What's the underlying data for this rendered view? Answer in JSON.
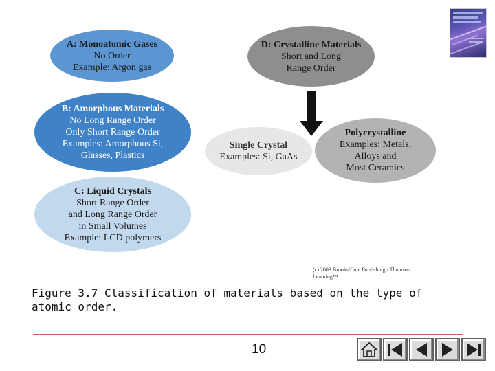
{
  "diagram": {
    "ellipses": {
      "a": {
        "title": "A: Monoatomic Gases",
        "lines": [
          "No Order",
          "Example: Argon gas"
        ],
        "color": "#5b95d2"
      },
      "b": {
        "title": "B: Amorphous Materials",
        "lines": [
          "No Long Range Order",
          "Only Short Range Order",
          "Examples: Amorphous Si,",
          "Glasses, Plastics"
        ],
        "color": "#3f82c7"
      },
      "c": {
        "title": "C: Liquid Crystals",
        "lines": [
          "Short Range Order",
          "and Long Range Order",
          "in Small Volumes",
          "Example: LCD polymers"
        ],
        "color": "#c2d8ec"
      },
      "d": {
        "title": "D: Crystalline Materials",
        "lines": [
          "Short and Long",
          "Range Order"
        ],
        "color": "#8e8e8e"
      },
      "single": {
        "title": "Single Crystal",
        "lines": [
          "Examples: Si, GaAs"
        ],
        "color": "#e7e7e7"
      },
      "poly": {
        "title": "Polycrystalline",
        "lines": [
          "Examples: Metals,",
          "Alloys and",
          "Most Ceramics"
        ],
        "color": "#b3b3b3"
      }
    }
  },
  "copyright": "(c) 2003 Brooks/Cole Publishing / Thomson Learning™",
  "caption": "Figure 3.7 Classification of materials based on the type of atomic order.",
  "page_number": "10",
  "nav": {
    "buttons": [
      {
        "icon": "home-icon"
      },
      {
        "icon": "first-page-icon"
      },
      {
        "icon": "previous-page-icon"
      },
      {
        "icon": "next-page-icon"
      },
      {
        "icon": "last-page-icon"
      }
    ]
  }
}
